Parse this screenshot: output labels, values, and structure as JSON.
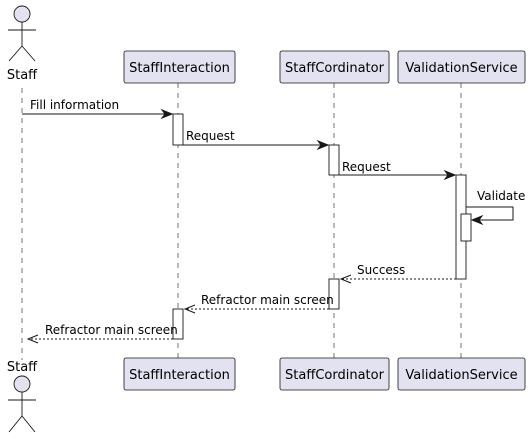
{
  "participants": {
    "staff": "Staff",
    "staff_interaction": "StaffInteraction",
    "staff_cordinator": "StaffCordinator",
    "validation_service": "ValidationService"
  },
  "messages": {
    "fill_information": "Fill information",
    "request_1": "Request",
    "request_2": "Request",
    "validate": "Validate",
    "success": "Success",
    "refractor_1": "Refractor main screen",
    "refractor_2": "Refractor main screen"
  },
  "colors": {
    "participant_fill": "#e2e2f0",
    "line": "#181818",
    "activation_fill": "#ffffff"
  }
}
